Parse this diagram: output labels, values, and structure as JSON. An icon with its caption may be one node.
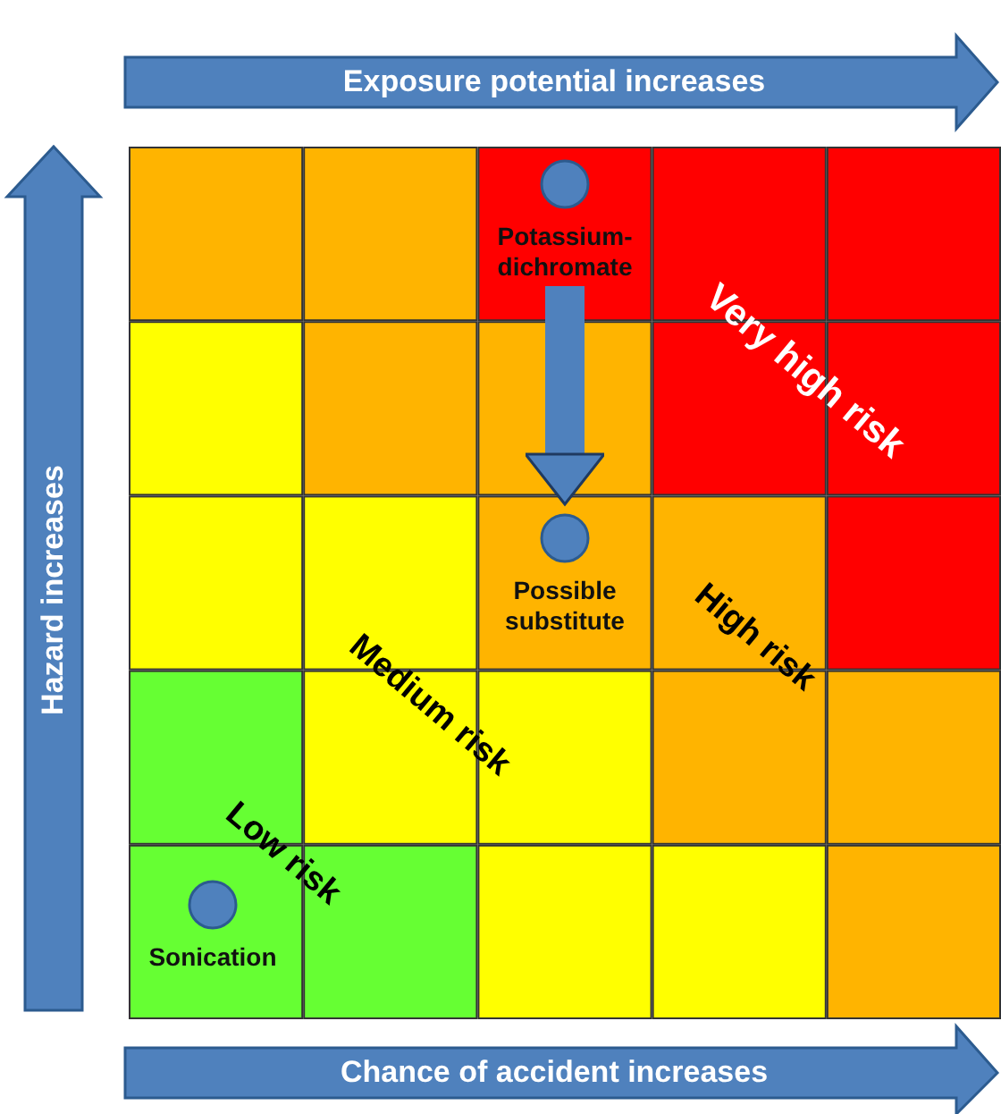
{
  "diagram": {
    "nodes": [
      {
        "text": [
          "Potassium-dichromate"
        ]
      },
      {
        "text": [
          "Possible substitute"
        ]
      },
      {
        "text": [
          "Sonication"
        ]
      }
    ],
    "edges": [
      {
        "from": 0,
        "to": 1,
        "arrow": "to"
      }
    ],
    "labels": [
      "Exposure potential increases",
      "Hazard increases",
      "Very high risk",
      "High risk",
      "Medium risk",
      "Low risk",
      "Chance of accident increases"
    ]
  }
}
